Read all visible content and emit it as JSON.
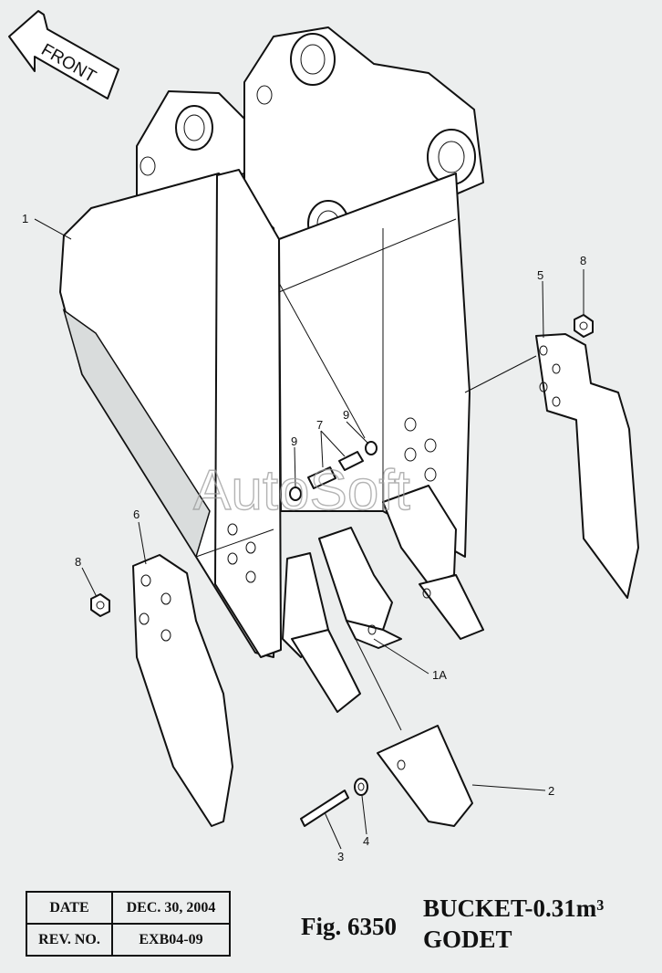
{
  "front_arrow_label": "FRONT",
  "watermark": "AutoSoft",
  "callouts": {
    "c1": "1",
    "c1a": "1A",
    "c2": "2",
    "c3": "3",
    "c4": "4",
    "c5": "5",
    "c6": "6",
    "c7": "7",
    "c8_left": "8",
    "c8_right": "8",
    "c9_left": "9",
    "c9_right": "9"
  },
  "title_block": {
    "date_label": "DATE",
    "date_value": "DEC. 30, 2004",
    "rev_label": "REV. NO.",
    "rev_value": "EXB04-09"
  },
  "figure": {
    "number": "Fig. 6350",
    "title_en": "BUCKET-0.31m³",
    "title_fr": "GODET"
  }
}
